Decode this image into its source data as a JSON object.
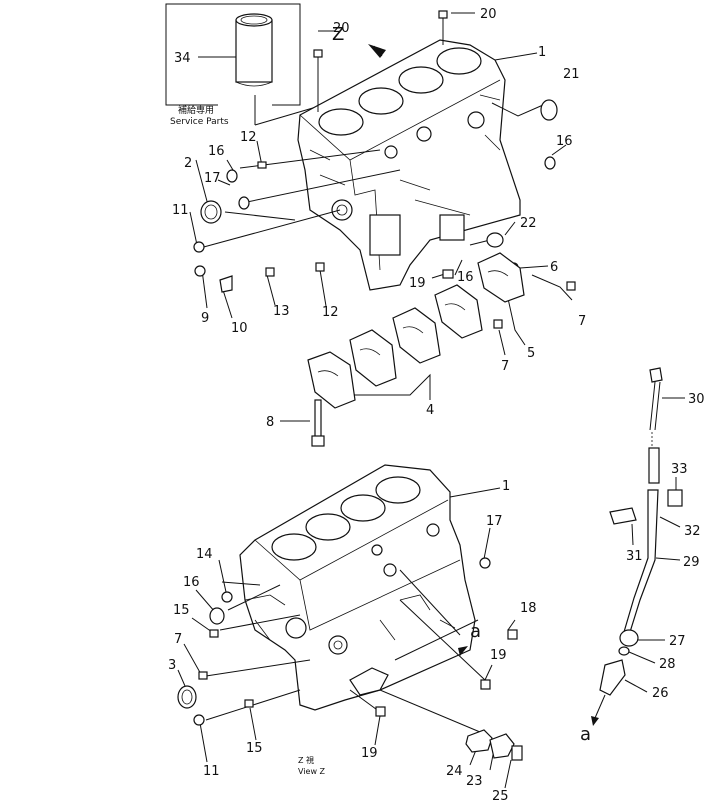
{
  "service_box": {
    "label_jp": "補給専用",
    "label_en": "Service Parts",
    "part_number": "34"
  },
  "view_z": {
    "marker": "Z",
    "caption_jp": "Z 視",
    "caption_en": "View Z"
  },
  "callout_a": "a",
  "callouts": [
    "20",
    "20",
    "1",
    "21",
    "16",
    "12",
    "16",
    "2",
    "17",
    "11",
    "22",
    "6",
    "7",
    "19",
    "16",
    "9",
    "10",
    "13",
    "12",
    "5",
    "7",
    "4",
    "8",
    "30",
    "1",
    "33",
    "17",
    "32",
    "14",
    "31",
    "29",
    "16",
    "18",
    "15",
    "a",
    "27",
    "7",
    "19",
    "28",
    "3",
    "26",
    "a",
    "15",
    "19",
    "11",
    "24",
    "23",
    "25"
  ]
}
